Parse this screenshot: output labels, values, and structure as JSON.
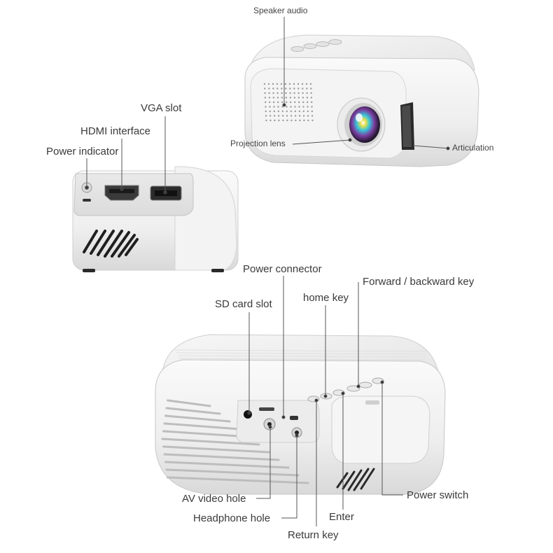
{
  "labels": {
    "speaker_audio": "Speaker audio",
    "projection_lens": "Projection lens",
    "articulation": "Articulation",
    "vga_slot": "VGA slot",
    "hdmi_interface": "HDMI interface",
    "power_indicator": "Power indicator",
    "power_connector": "Power connector",
    "sd_card_slot": "SD card slot",
    "home_key": "home key",
    "forward_backward_key": "Forward / backward key",
    "av_video_hole": "AV video hole",
    "headphone_hole": "Headphone hole",
    "enter": "Enter",
    "return_key": "Return key",
    "power_switch": "Power switch"
  },
  "colors": {
    "body_white": "#f2f2f2",
    "panel_grey": "#e6e6e6",
    "shadow_grey": "#bdbdbd",
    "leader_line": "#555555",
    "lens_purple": "#7a3fa0",
    "lens_cyan": "#39c7d9",
    "text": "#3a3a3a"
  }
}
